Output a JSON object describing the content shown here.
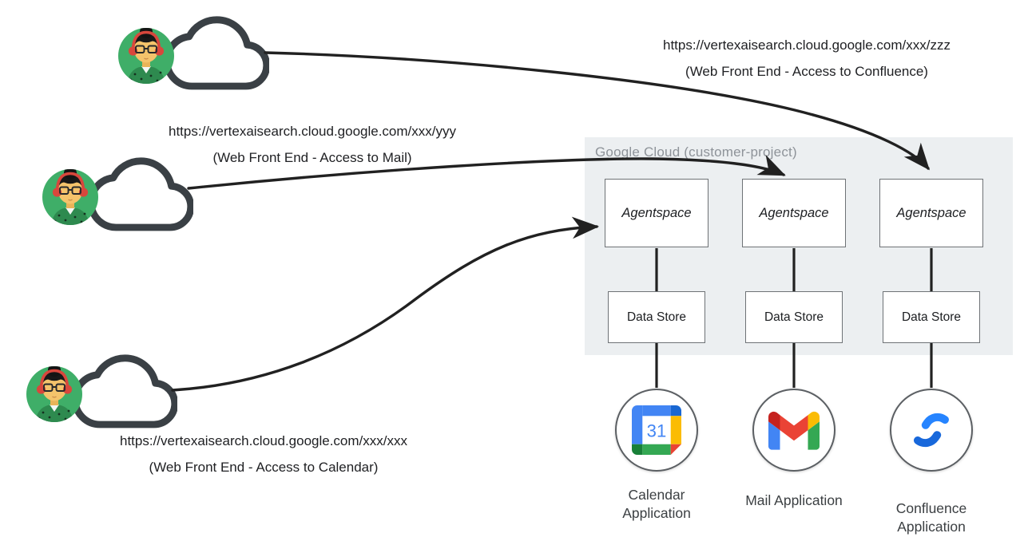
{
  "users": [
    {
      "url": "https://vertexaisearch.cloud.google.com/xxx/zzz",
      "caption": "(Web Front End - Access to Confluence)"
    },
    {
      "url": "https://vertexaisearch.cloud.google.com/xxx/yyy",
      "caption": "(Web Front End - Access to Mail)"
    },
    {
      "url": "https://vertexaisearch.cloud.google.com/xxx/xxx",
      "caption": "(Web Front End - Access to Calendar)"
    }
  ],
  "cloud_panel": {
    "title": "Google Cloud (customer-project)",
    "columns": [
      {
        "agent": "Agentspace",
        "datastore": "Data Store",
        "app": "Calendar Application",
        "icon": "google-calendar-icon",
        "calendar_day": "31"
      },
      {
        "agent": "Agentspace",
        "datastore": "Data Store",
        "app": "Mail Application",
        "icon": "gmail-icon"
      },
      {
        "agent": "Agentspace",
        "datastore": "Data Store",
        "app": "Confluence Application",
        "icon": "confluence-icon"
      }
    ]
  },
  "colors": {
    "panel_bg": "#ECEFF1",
    "panel_title": "#8E9399",
    "line": "#212121",
    "box_border": "#6E7276",
    "text": "#202124",
    "avatar_green": "#3FAE68",
    "calendar_blue": "#4285F4",
    "gmail_red": "#EA4335",
    "confluence_blue": "#2684FF"
  }
}
